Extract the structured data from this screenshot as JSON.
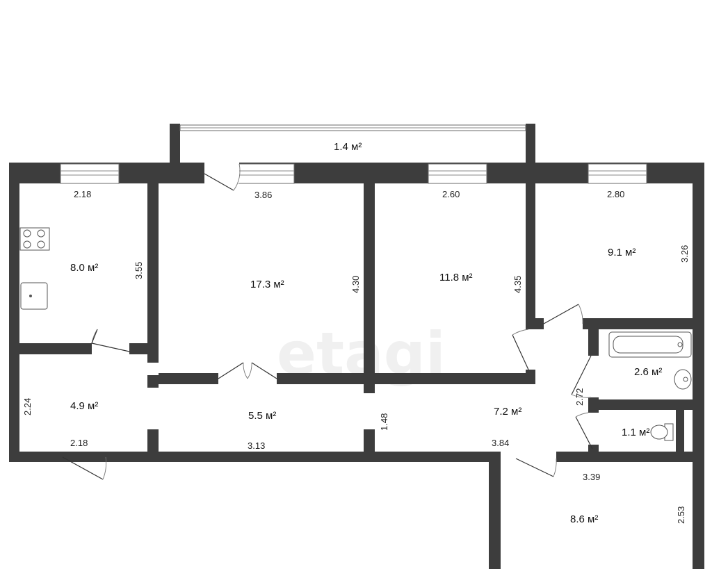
{
  "watermark": "etagi",
  "rooms": [
    {
      "id": "balcony",
      "area": "1.4 м²"
    },
    {
      "id": "kitchen",
      "area": "8.0 м²"
    },
    {
      "id": "living",
      "area": "17.3 м²"
    },
    {
      "id": "bedroom1",
      "area": "11.8 м²"
    },
    {
      "id": "bedroom2",
      "area": "9.1 м²"
    },
    {
      "id": "bathroom",
      "area": "2.6 м²"
    },
    {
      "id": "toilet",
      "area": "1.1 м²"
    },
    {
      "id": "hall-left",
      "area": "4.9 м²"
    },
    {
      "id": "corridor",
      "area": "5.5 м²"
    },
    {
      "id": "hall-right",
      "area": "7.2 м²"
    },
    {
      "id": "room-bottom",
      "area": "8.6 м²"
    }
  ],
  "dimensions": {
    "kitchen_top": "2.18",
    "kitchen_side": "3.55",
    "living_top": "3.86",
    "living_side": "4.30",
    "bedroom1_top": "2.60",
    "bedroom1_side": "4.35",
    "bedroom2_top": "2.80",
    "bedroom2_side": "3.26",
    "hall_left_side": "2.24",
    "hall_left_bottom": "2.18",
    "corridor_bottom": "3.13",
    "hall_right_side": "1.48",
    "hall_right_bottom": "3.84",
    "bath_side": "2.72",
    "bottom_room_top": "3.39",
    "bottom_room_side": "2.53"
  },
  "icons": [
    "stove-icon",
    "sink-icon",
    "bathtub-icon",
    "washbasin-icon",
    "toilet-icon"
  ]
}
